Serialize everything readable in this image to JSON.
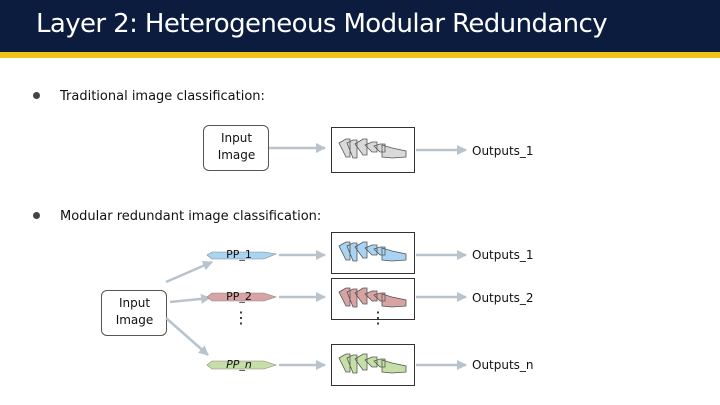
{
  "slide": {
    "title": "Layer 2: Heterogeneous Modular Redundancy"
  },
  "bullets": [
    "Traditional image classification:",
    "Modular redundant image classification:"
  ],
  "traditional": {
    "input_label": "Input\nImage",
    "output_label": "Outputs_1"
  },
  "redundant": {
    "input_label": "Input\nImage",
    "branches": [
      {
        "pp_label": "PP_1",
        "output_label": "Outputs_1",
        "color": "#a9d3f2"
      },
      {
        "pp_label": "PP_2",
        "output_label": "Outputs_2",
        "color": "#d8a3a3"
      },
      {
        "pp_label": "PP_n",
        "output_label": "Outputs_n",
        "color": "#c6dfa6"
      }
    ],
    "ellipsis": "⋮"
  },
  "colors": {
    "title_bar": "#0b1c3f",
    "accent_line": "#f3c21a",
    "arrow": "#b9c3cc",
    "network_gray": "#d9d9d9"
  }
}
